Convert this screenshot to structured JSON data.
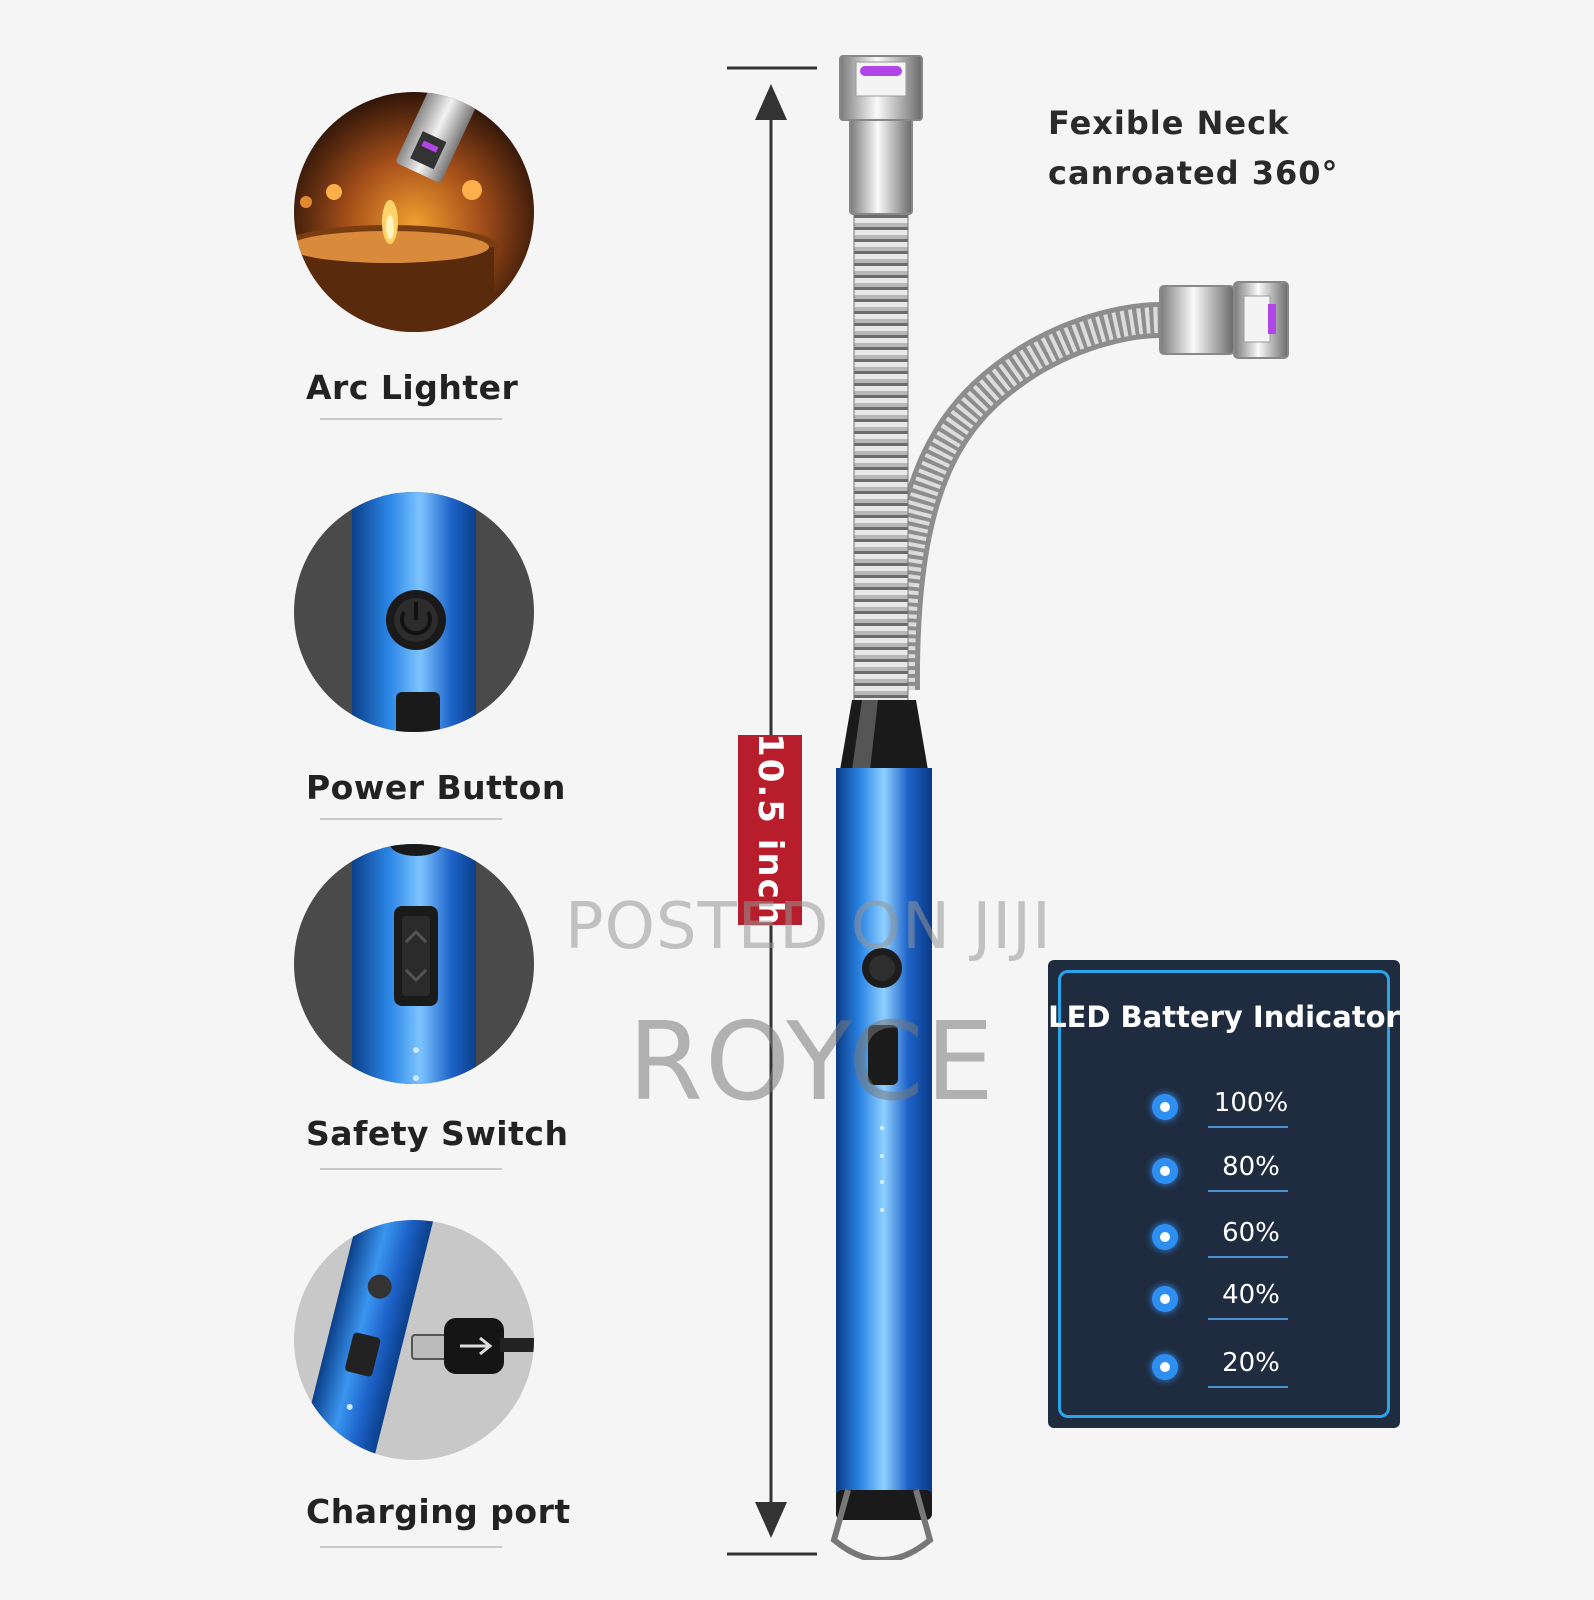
{
  "features": [
    {
      "label": "Arc Lighter",
      "icon": "candle-flame-icon"
    },
    {
      "label": "Power Button",
      "icon": "power-icon"
    },
    {
      "label": "Safety Switch",
      "icon": "slider-switch-icon"
    },
    {
      "label": "Charging port",
      "icon": "usb-plug-icon"
    }
  ],
  "dimension": {
    "label": "10.5 inch"
  },
  "neck": {
    "line1": "Fexible Neck",
    "line2": "canroated 360°"
  },
  "battery": {
    "title": "LED Battery Indicator",
    "levels": [
      "100%",
      "80%",
      "60%",
      "40%",
      "20%"
    ]
  },
  "watermark": {
    "line1": "POSTED ON JIJI",
    "line2": "ROYCE"
  },
  "colors": {
    "handle_blue": "#1e63c9",
    "badge_red": "#b71d2a",
    "panel_bg": "#1f2b3e",
    "panel_border": "#2aa4e8",
    "led_blue": "#2f8ff0",
    "arc_purple": "#b045e8"
  }
}
